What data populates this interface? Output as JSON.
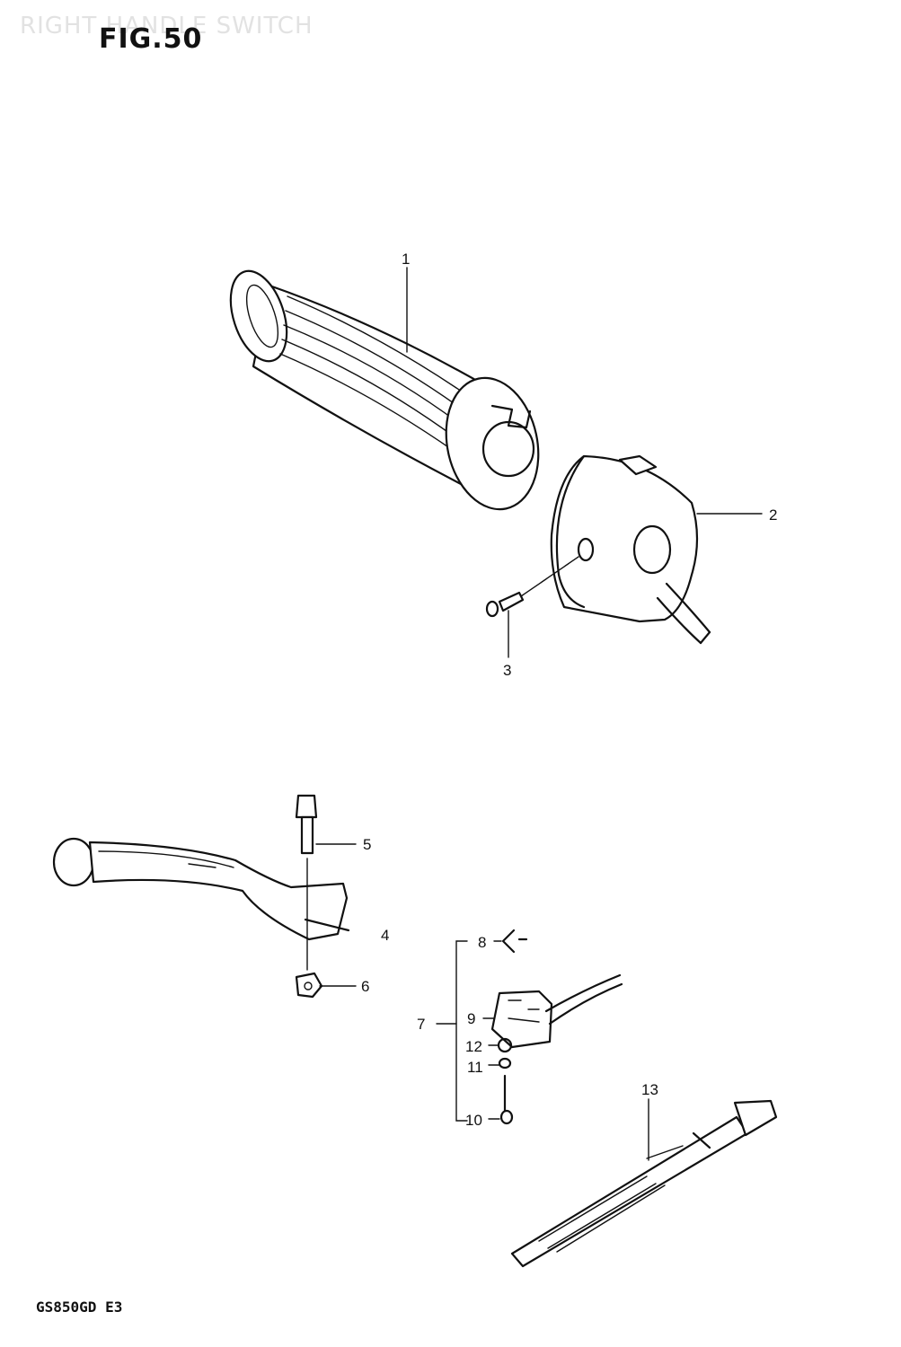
{
  "header": {
    "watermark": "RIGHT HANDLE SWITCH",
    "figure_title": "FIG.50"
  },
  "footer": {
    "model_code": "GS850GD E3"
  },
  "callouts": {
    "c1": "1",
    "c2": "2",
    "c3": "3",
    "c4": "4",
    "c5": "5",
    "c6": "6",
    "c7": "7",
    "c8": "8",
    "c9": "9",
    "c10": "10",
    "c11": "11",
    "c12": "12",
    "c13": "13"
  },
  "colors": {
    "ink": "#111111",
    "paper": "#ffffff",
    "watermark": "#e2e2e2"
  }
}
